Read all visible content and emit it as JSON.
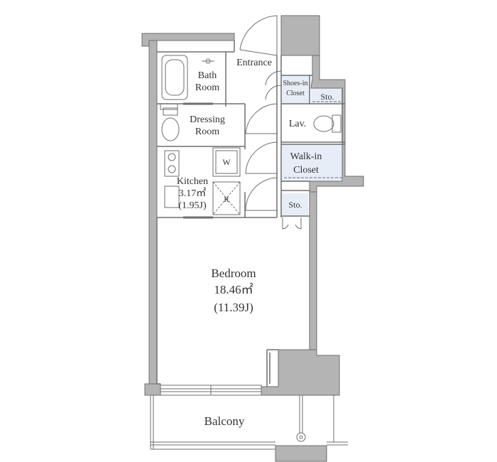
{
  "rooms": {
    "entrance": "Entrance",
    "bath": [
      "Bath",
      "Room"
    ],
    "dressing": [
      "Dressing",
      "Room"
    ],
    "shoes_closet": [
      "Shoes-in",
      "Closet"
    ],
    "storage_top": "Sto.",
    "lavatory": "Lav.",
    "walk_in_closet": [
      "Walk-in",
      "Closet"
    ],
    "washer": "W",
    "kitchen": [
      "Kitchen",
      "3.17㎡",
      "(1.95J)"
    ],
    "fridge": "R",
    "storage_mid": "Sto.",
    "bedroom": [
      "Bedroom",
      "18.46㎡",
      "(11.39J)"
    ],
    "balcony": "Balcony"
  },
  "colors": {
    "wall": "#b4b4b4",
    "wall_edge": "#6e6e6e",
    "closet_fill": "#e7edf6",
    "line": "#6e6e6e"
  }
}
